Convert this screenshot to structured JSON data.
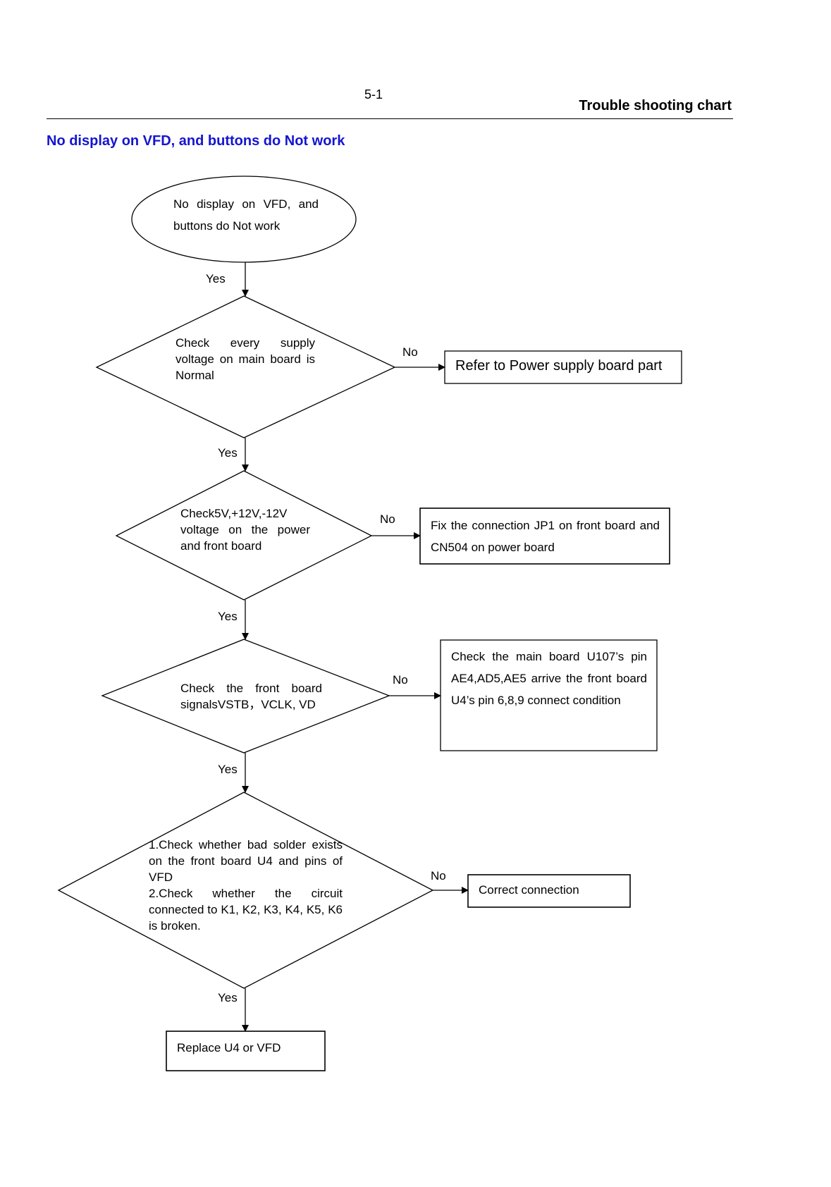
{
  "header": {
    "page_number": "5-1",
    "title": "Trouble shooting chart"
  },
  "section_title": "No display on VFD, and buttons do Not work",
  "colors": {
    "section_title": "#1414d2",
    "line": "#000000"
  },
  "flow": {
    "start": "No display on VFD, and buttons do Not work",
    "decisions": [
      "Check every supply voltage on main board is Normal",
      "Check5V,+12V,-12V voltage on the power and front board",
      "Check the front board signalsVSTB，VCLK, VD",
      "1.Check whether bad solder exists on the front board U4 and pins of VFD\n2.Check whether the circuit connected to K1, K2, K3, K4, K5, K6 is broken."
    ],
    "no_actions": [
      "Refer to Power supply board part",
      "Fix the connection JP1 on front board and CN504 on power board",
      "Check the main board U107’s pin AE4,AD5,AE5 arrive the front board U4’s pin 6,8,9 connect condition",
      "Correct connection"
    ],
    "final_action": "Replace U4 or VFD",
    "yes_label": "Yes",
    "no_label": "No"
  }
}
